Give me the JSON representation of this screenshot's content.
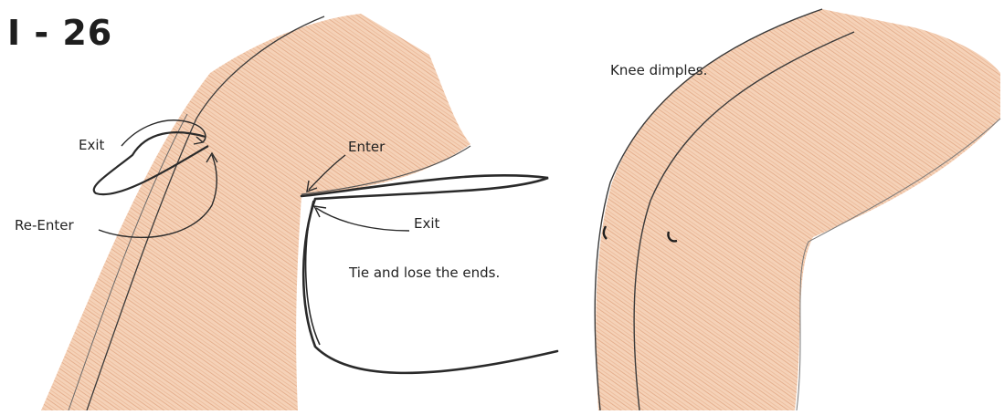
{
  "figure": {
    "title": "I - 26",
    "labels": {
      "exit_top": "Exit",
      "re_enter": "Re-Enter",
      "enter": "Enter",
      "exit_bottom": "Exit",
      "tie_note": "Tie and lose the ends.",
      "knee_note": "Knee dimples."
    }
  },
  "colors": {
    "skin_fill": "#f3c9ab",
    "skin_hatch": "#d9895f",
    "ink": "#2a2a2a",
    "background": "#ffffff"
  }
}
